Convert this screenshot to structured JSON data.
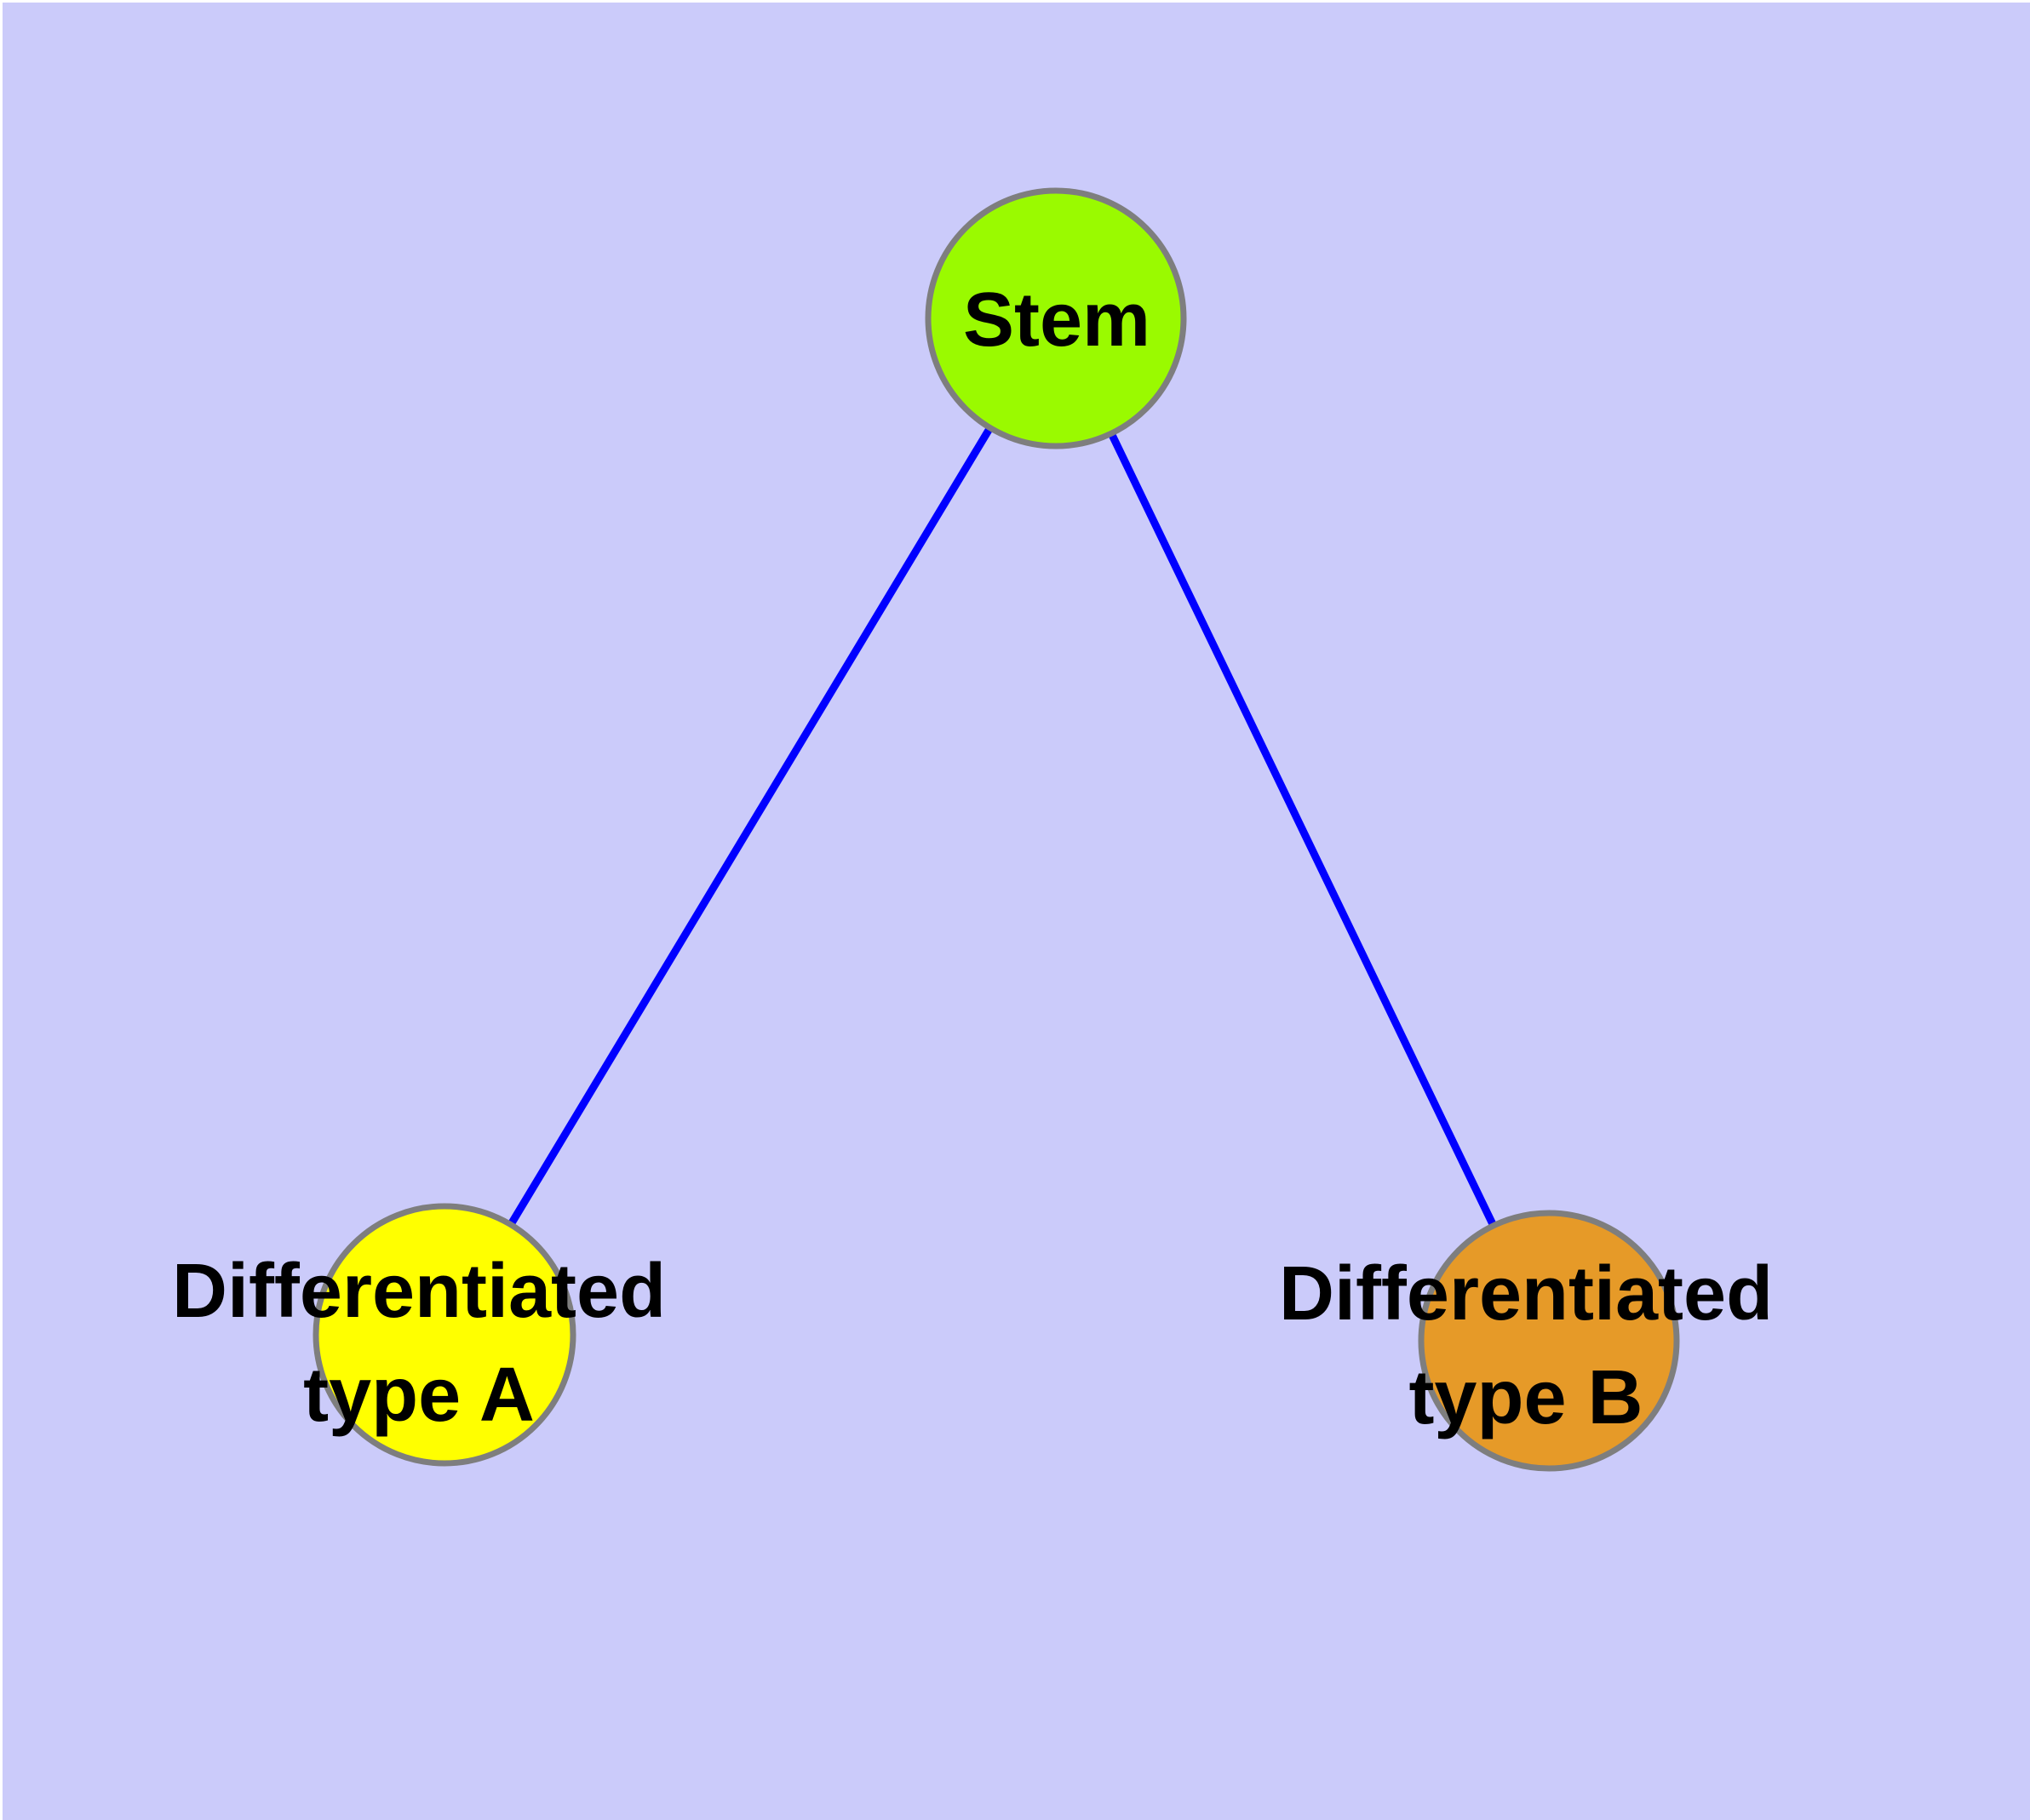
{
  "figure": {
    "background": "#CBCBFA",
    "frame_color": "#FFFFFF",
    "text_color": "#000000",
    "node_border_color": "#7E7E7E"
  },
  "nodes": [
    {
      "id": "stem",
      "label": "Stem",
      "lines": [
        "Stem"
      ],
      "fill": "#9AFA00"
    },
    {
      "id": "differentiated-type-a",
      "label": "Differentiated type A",
      "lines": [
        "Differentiated",
        "type A"
      ],
      "fill": "#FFFF00"
    },
    {
      "id": "differentiated-type-b",
      "label": "Differentiated type B",
      "lines": [
        "Differentiated",
        "type B"
      ],
      "fill": "#E69A28"
    }
  ],
  "edges": [
    {
      "from": "stem",
      "to": "differentiated-type-a",
      "color": "#0000FF"
    },
    {
      "from": "stem",
      "to": "differentiated-type-b",
      "color": "#0000FF"
    }
  ]
}
